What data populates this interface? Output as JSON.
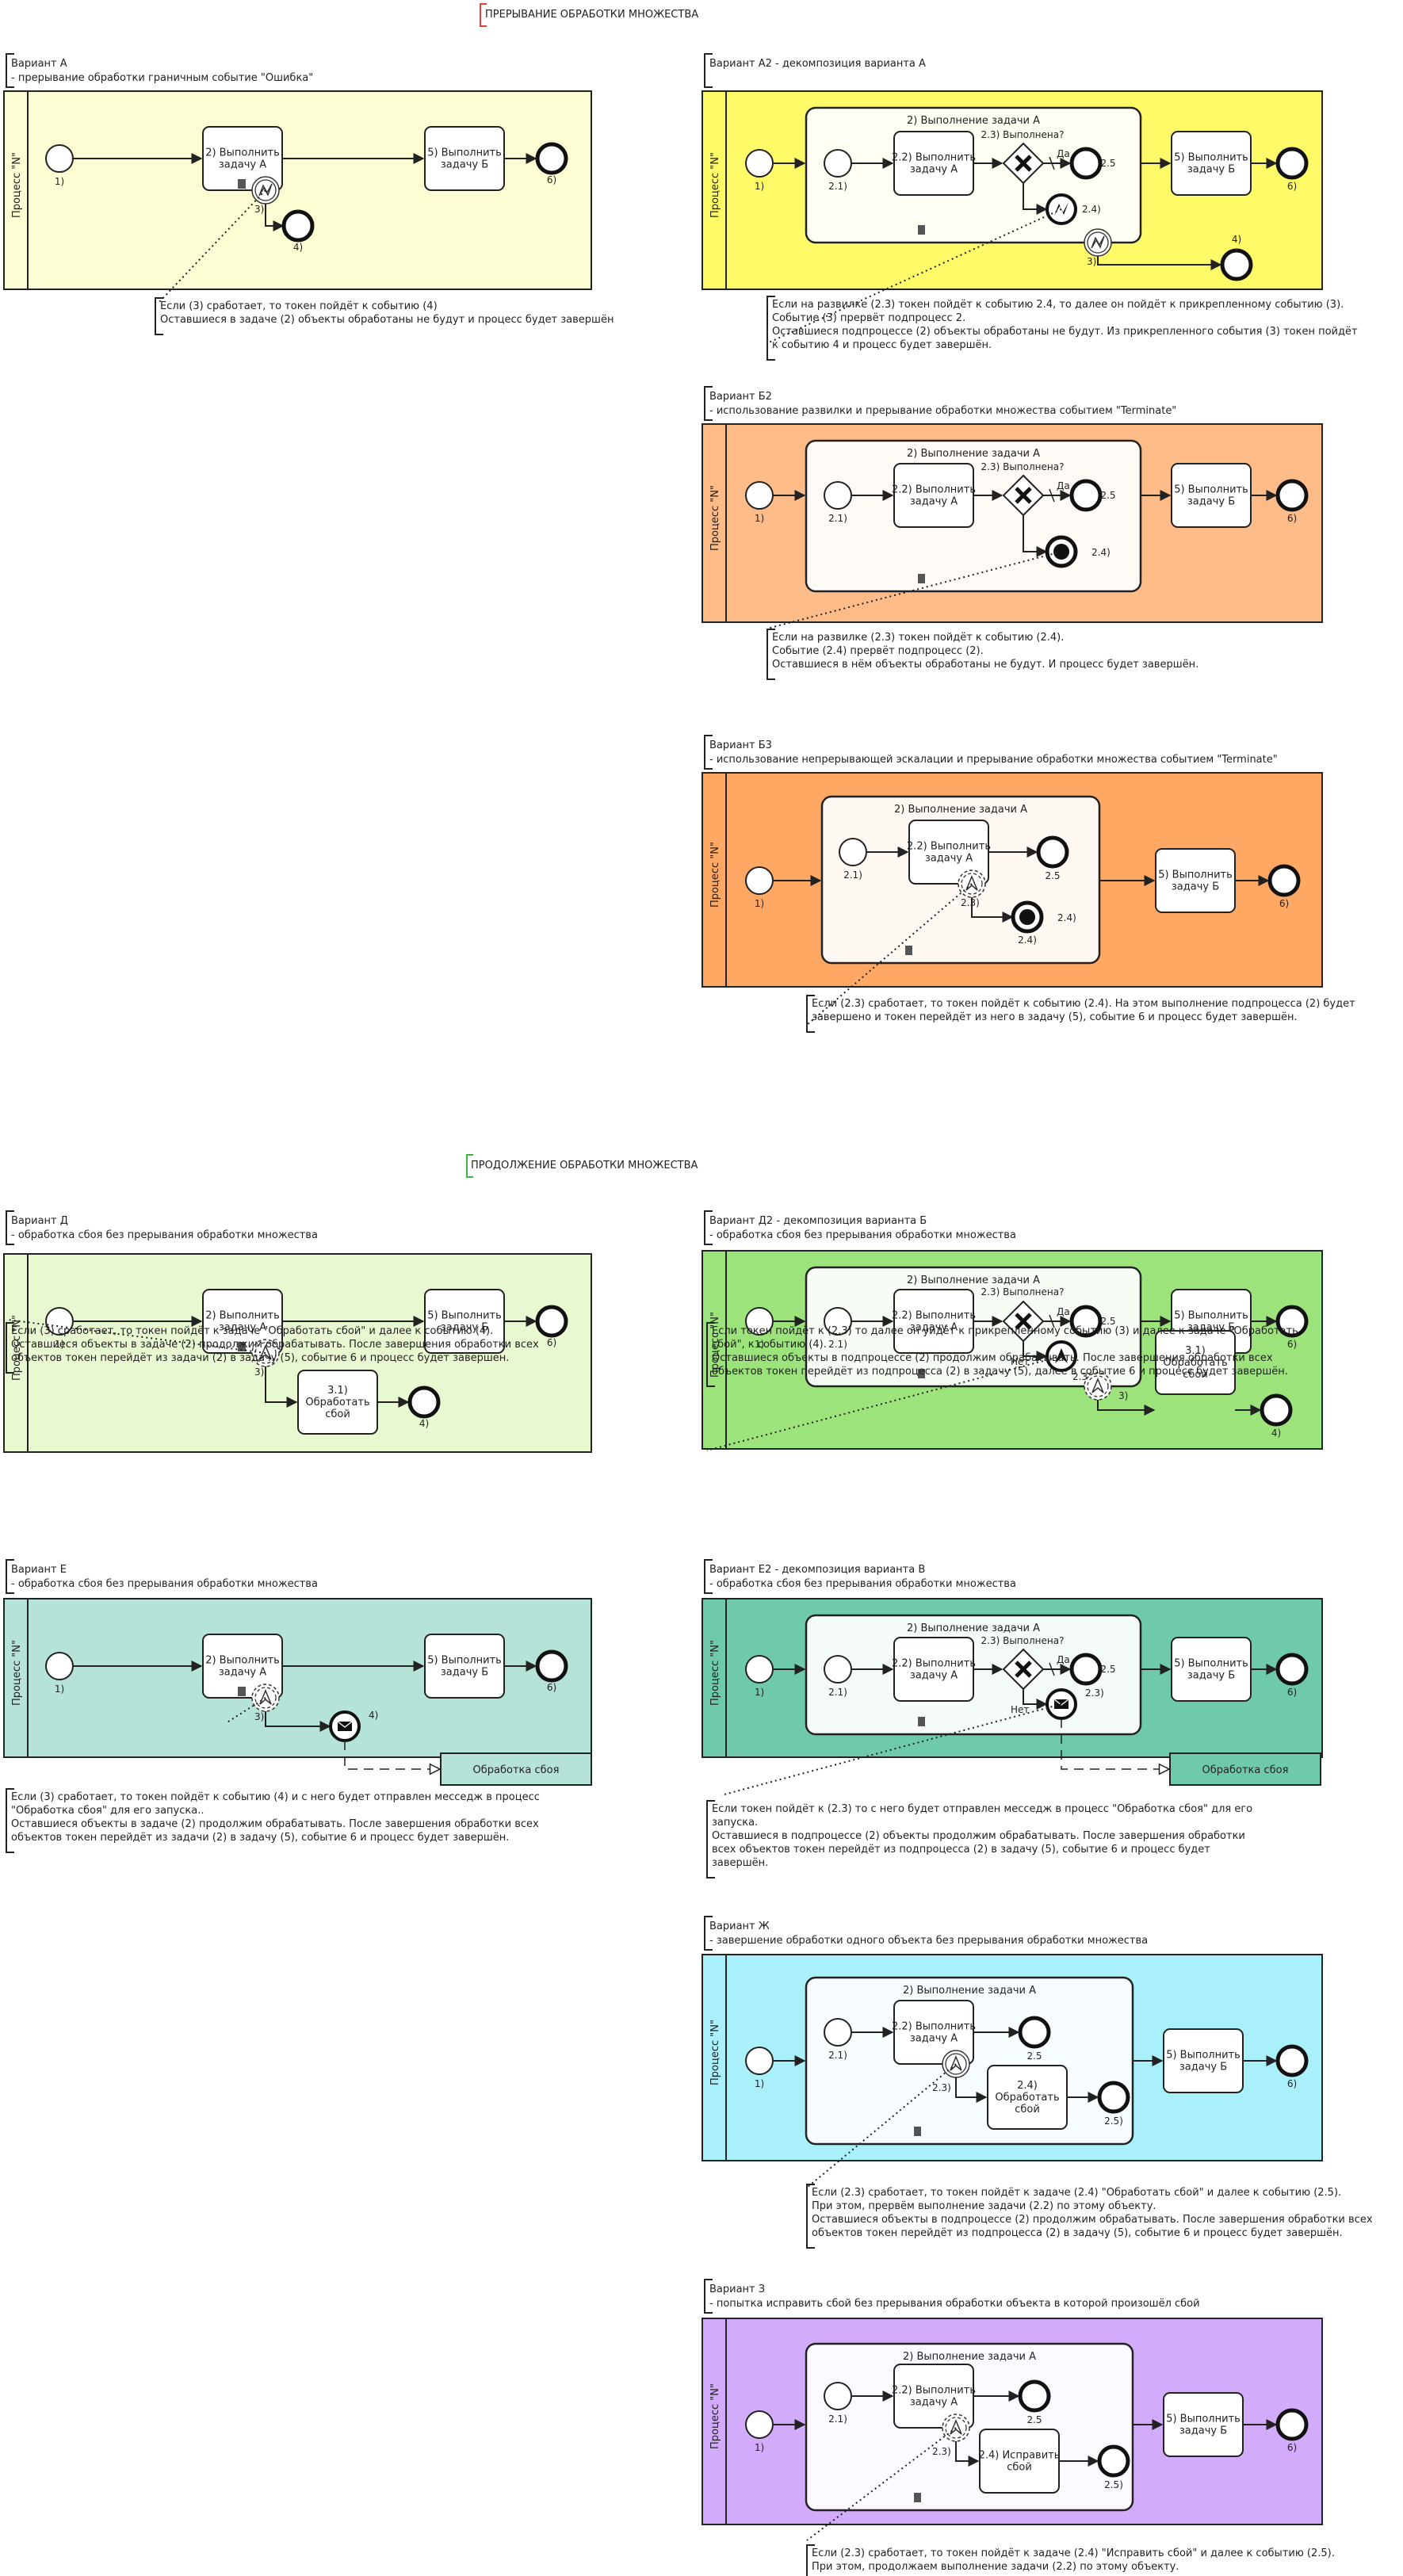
{
  "sections": {
    "interrupt": "ПРЕРЫВАНИЕ ОБРАБОТКИ МНОЖЕСТВА",
    "continue": "ПРОДОЛЖЕНИЕ ОБРАБОТКИ МНОЖЕСТВА"
  },
  "colors": {
    "interrupt_title": "#e0403a",
    "continue_title": "#3ab54a",
    "A": "#fdfdd3",
    "A2": "#fffb68",
    "B2": "#fdbb88",
    "B3": "#fea863",
    "D": "#e8f9d1",
    "D2": "#9be37a",
    "E": "#b5e3d8",
    "E2": "#6fc9ab",
    "ZH": "#aaf0fb",
    "Z": "#d2acfb"
  },
  "lane_label": "Процесс \"N\"",
  "labels": {
    "task_A": "2) Выполнить задачу А",
    "task_B": "5) Выполнить задачу Б",
    "sub_title": "2) Выполнение задачи А",
    "task_22": "2.2) Выполнить задачу А",
    "gw_23": "2.3) Выполнена?",
    "yes": "Да",
    "no": "Нет",
    "task_31": "3.1) Обработать сбой",
    "task_24_handle": "2.4) Обработать сбой",
    "task_24_fix": "2.4) Исправить сбой",
    "pool_handle": "Обработка сбоя",
    "n1": "1)",
    "n3": "3)",
    "n4": "4)",
    "n6": "6)",
    "n21": "2.1)",
    "n23": "2.3)",
    "n24": "2.4)",
    "n25": "2.5",
    "n25b": "2.5)"
  },
  "variants": {
    "A": {
      "title": "Вариант А",
      "subtitle": "- прерывание обработки граничным событие \"Ошибка\"",
      "note": [
        "Если (3) сработает, то токен пойдёт к событию (4)",
        "Оставшиеся в задаче (2) объекты обработаны не будут и процесс будет завершён"
      ]
    },
    "A2": {
      "title": "Вариант А2 - декомпозиция варианта А",
      "subtitle": "",
      "note": [
        "Если на развилке (2.3) токен пойдёт к событию 2.4, то далее он пойдёт к прикрепленному событию (3).",
        "Событие (3) прервёт подпроцесс 2.",
        "Оставшиеся подпроцессе (2) объекты обработаны не будут. Из прикрепленного события (3) токен пойдёт",
        "к событию 4 и процесс будет завершён."
      ]
    },
    "B2": {
      "title": "Вариант Б2",
      "subtitle": "- использование развилки и прерывание обработки множества событием \"Terminate\"",
      "note": [
        "Если на развилке (2.3) токен пойдёт к событию (2.4).",
        "Событие (2.4) прервёт подпроцесс (2).",
        "Оставшиеся в нём объекты обработаны не будут. И процесс будет завершён."
      ]
    },
    "B3": {
      "title": "Вариант Б3",
      "subtitle": "- использование непрерывающей эскалации и прерывание обработки множества событием  \"Terminate\"",
      "note": [
        "Если (2.3) сработает, то токен пойдёт к событию (2.4). На этом выполнение подпроцесса (2) будет",
        "завершено и токен перейдёт из него в задачу (5), событие 6 и процесс будет завершён."
      ]
    },
    "D": {
      "title": "Вариант Д",
      "subtitle": "- обработка сбоя без прерывания обработки множества",
      "note": [
        "Если (3) сработает, то токен пойдёт к задаче \"Обработать сбой\" и далее к событию (4).",
        "Оставшиеся объекты в задаче (2) продолжим обрабатывать. После завершения обработки всех",
        "объектов токен перейдёт из задачи (2) в задачу (5), событие 6 и процесс будет завершён."
      ]
    },
    "D2": {
      "title": "Вариант Д2 - декомпозиция варианта Б",
      "subtitle": "- обработка сбоя без прерывания обработки множества",
      "note": [
        "Если токен пойдёт к (2.3) то далее он уйдёт к прикрепленному событию (3) и далее к задаче \"Обработать",
        "сбой\", к событию (4).",
        "Оставшиеся объекты в подпроцессе (2) продолжим обрабатывать. После завершения обработки всех",
        "объектов токен перейдёт из подпроцесса (2) в задачу (5), далее в событие 6 и процесс будет завершён."
      ]
    },
    "E": {
      "title": "Вариант Е",
      "subtitle": "- обработка сбоя без прерывания обработки множества",
      "note": [
        "Если (3) сработает, то токен пойдёт к событию (4) и с него будет отправлен месседж в процесс",
        "\"Обработка сбоя\" для его запуска..",
        "Оставшиеся объекты в задаче (2) продолжим обрабатывать. После завершения обработки всех",
        "объектов токен перейдёт из задачи (2) в задачу (5), событие 6 и процесс будет завершён."
      ]
    },
    "E2": {
      "title": "Вариант Е2 - декомпозиция варианта В",
      "subtitle": "- обработка сбоя без прерывания обработки множества",
      "note": [
        "Если токен пойдёт к (2.3) то с него будет отправлен месседж в процесс \"Обработка сбоя\" для его",
        "запуска.",
        "Оставшиеся в подпроцессе (2) объекты продолжим обрабатывать. После завершения обработки",
        "всех объектов токен перейдёт из подпроцесса (2) в задачу (5), событие 6 и процесс будет",
        "завершён."
      ]
    },
    "ZH": {
      "title": "Вариант Ж",
      "subtitle": "-  завершение обработки одного объекта без прерывания обработки множества",
      "note": [
        "Если (2.3) сработает, то токен пойдёт к задаче (2.4) \"Обработать сбой\" и далее к событию (2.5).",
        "При этом, прервём выполнение задачи (2.2) по этому объекту.",
        "Оставшиеся объекты в подпроцессе (2) продолжим обрабатывать. После завершения обработки всех",
        "объектов токен перейдёт из подпроцесса (2) в задачу (5), событие 6 и процесс будет завершён."
      ]
    },
    "Z": {
      "title": "Вариант З",
      "subtitle": "- попытка исправить сбой без прерывания обработки объекта в которой произошёл сбой",
      "note": [
        "Если (2.3) сработает, то токен пойдёт к задаче (2.4) \"Исправить сбой\" и далее к событию (2.5).",
        "При этом, продолжаем выполнение задачи (2.2) по этому объекту."
      ]
    }
  }
}
